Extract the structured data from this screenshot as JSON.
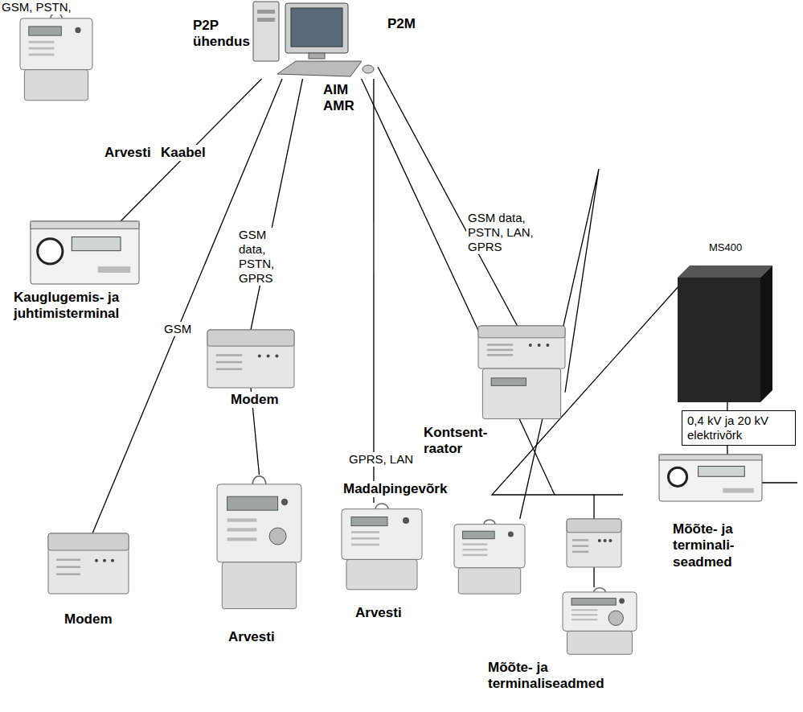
{
  "diagram": {
    "nodes": [
      {
        "text": [
          "AIM AMR"
        ]
      },
      {
        "text": [
          "Arvesti"
        ]
      },
      {
        "text": [
          "Kauglugemis- ja juhtimisterminal"
        ]
      },
      {
        "text": [
          "Modem"
        ]
      },
      {
        "text": [
          "Modem"
        ]
      },
      {
        "text": [
          "Arvesti"
        ]
      },
      {
        "text": [
          "Arvesti"
        ]
      },
      {
        "text": [
          "Kontsent- raator"
        ]
      },
      {
        "text": [
          "Mõõte- ja terminaliseadmed"
        ]
      },
      {
        "text": [
          "MS400"
        ]
      },
      {
        "text": [
          "0,4 kV ja 20 kV elektrivõrk"
        ]
      },
      {
        "text": [
          "Mõõte- ja terminali- seadmed"
        ]
      }
    ],
    "edges": [
      {
        "from": 0,
        "to": 2,
        "label": "Kaabel",
        "arrow": "none"
      },
      {
        "from": 0,
        "to": 3,
        "label": "GSM",
        "arrow": "none"
      },
      {
        "from": 0,
        "to": 4,
        "label": "GSM data, PSTN, GPRS",
        "arrow": "none"
      },
      {
        "from": 4,
        "to": 5,
        "arrow": "none"
      },
      {
        "from": 0,
        "to": 6,
        "label": "GPRS, LAN",
        "arrow": "none"
      },
      {
        "from": 0,
        "to": 7,
        "label": "GSM data, PSTN, LAN, GPRS",
        "arrow": "none"
      },
      {
        "from": 7,
        "to": 8,
        "arrow": "none"
      },
      {
        "from": 0,
        "to": 9,
        "label": "GSM, PSTN,",
        "arrow": "none"
      },
      {
        "from": 9,
        "to": 10,
        "arrow": "none"
      },
      {
        "from": 10,
        "to": 11,
        "arrow": "none"
      }
    ],
    "labels": [
      "P2P ühendus",
      "P2M",
      "Madalpingevõrk"
    ]
  }
}
